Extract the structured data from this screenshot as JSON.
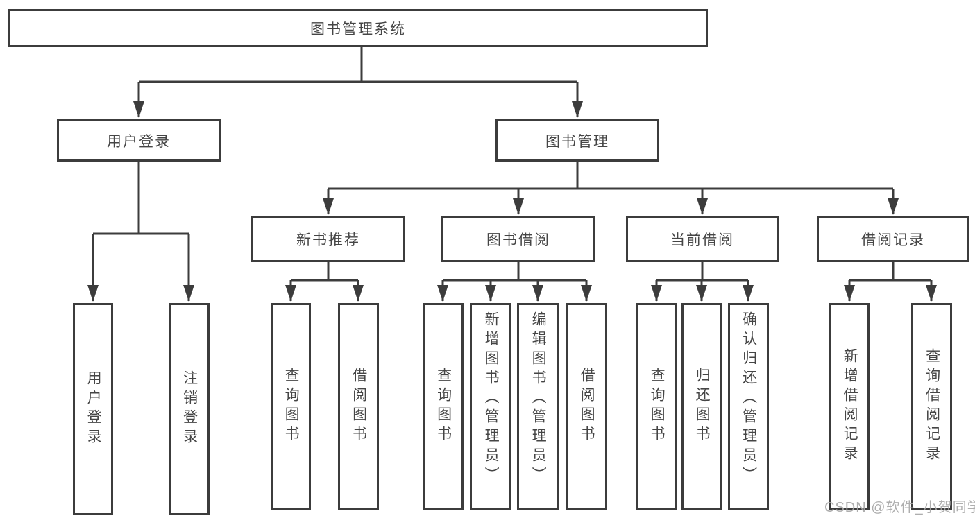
{
  "diagram": {
    "title": "图书管理系统",
    "root": {
      "label": "图书管理系统"
    },
    "branches": [
      {
        "label": "用户登录",
        "children": [
          {
            "label": "用户登录"
          },
          {
            "label": "注销登录"
          }
        ]
      },
      {
        "label": "图书管理",
        "children": [
          {
            "label": "新书推荐",
            "children": [
              {
                "label": "查询图书"
              },
              {
                "label": "借阅图书"
              }
            ]
          },
          {
            "label": "图书借阅",
            "children": [
              {
                "label": "查询图书"
              },
              {
                "label": "新增图书（管理员）"
              },
              {
                "label": "编辑图书（管理员）"
              },
              {
                "label": "借阅图书"
              }
            ]
          },
          {
            "label": "当前借阅",
            "children": [
              {
                "label": "查询图书"
              },
              {
                "label": "归还图书"
              },
              {
                "label": "确认归还（管理员）"
              }
            ]
          },
          {
            "label": "借阅记录",
            "children": [
              {
                "label": "新增借阅记录"
              },
              {
                "label": "查询借阅记录"
              }
            ]
          }
        ]
      }
    ]
  },
  "watermark": {
    "text": "CSDN @软件_小贺同学"
  },
  "colors": {
    "line": "#3c3c3c",
    "border": "#3c3c3c",
    "text": "#454545",
    "watermark": "#a5a5a5",
    "background": "#ffffff"
  }
}
